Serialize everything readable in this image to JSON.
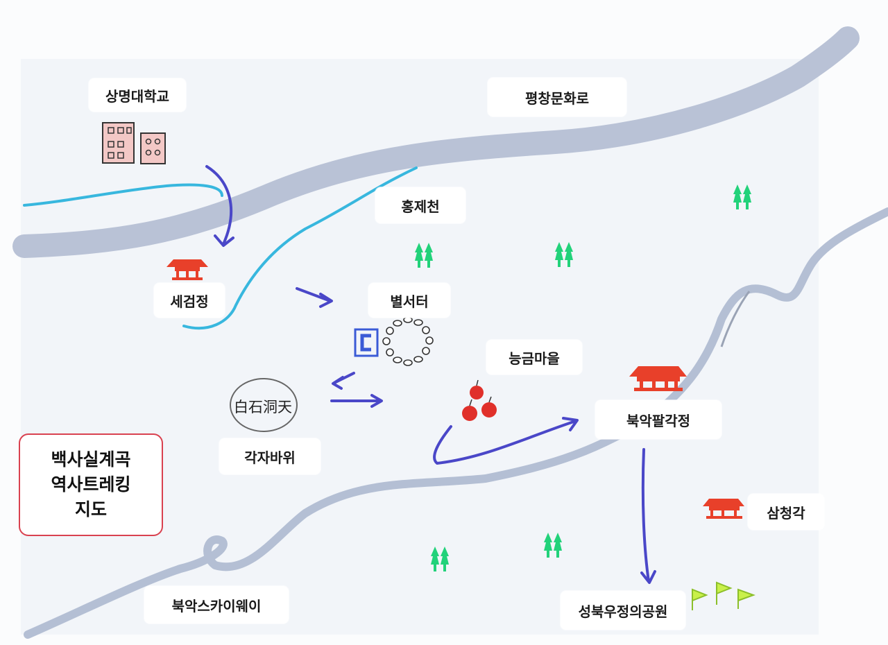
{
  "map": {
    "title_lines": [
      "백사실계곡",
      "역사트레킹",
      "지도"
    ],
    "places": {
      "sangmyung_univ": "상명대학교",
      "pyeongchang_road": "평창문화로",
      "hongjecheon": "홍제천",
      "segeomjeong": "세검정",
      "byeolseoteo": "별서터",
      "neunggeum_village": "능금마을",
      "baekseokdongcheon": "白石洞天",
      "gakja_rock": "각자바위",
      "bugak_palgakjeong": "북악팔각정",
      "samcheonggak": "삼청각",
      "bugak_skyway": "북악스카이웨이",
      "seongbuk_park": "성북우정의공원"
    },
    "colors": {
      "road": "#b9c2d6",
      "stream": "#38b7de",
      "route_arrow": "#4a47c8",
      "pavilion": "#e8402a",
      "tree": "#22d27a",
      "apple": "#e0302a",
      "flag": "#c9f04a",
      "title_border": "#d9414f"
    },
    "icons": [
      "building-icon",
      "pavilion-icon",
      "tree-icon",
      "stone-circle-icon",
      "letter-c-icon",
      "apple-icon",
      "flag-icon"
    ]
  }
}
